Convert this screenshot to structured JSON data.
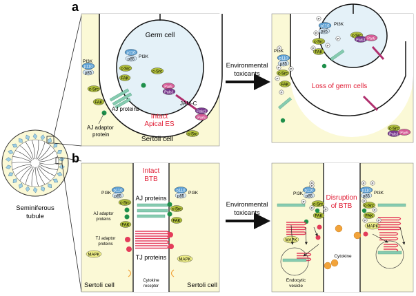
{
  "panels": {
    "a": "a",
    "b": "b"
  },
  "tubule": {
    "label_line1": "Seminiferous",
    "label_line2": "tubule"
  },
  "arrows": {
    "line1": "Environmental",
    "line2": "toxicants"
  },
  "panel_a_left": {
    "germ_cell": "Germ cell",
    "sertoli_cell": "Sertoli cell",
    "status_line1": "Intact",
    "status_line2": "Apical ES",
    "aj_proteins": "AJ proteins",
    "aj_adaptor_line1": "AJ adaptor",
    "aj_adaptor_line2": "protein",
    "jam_c": "JAM-C",
    "pi3k": "PI3K",
    "p110": "p110",
    "p85": "p85",
    "csrc": "c-Src",
    "fak": "FAK",
    "par6": "Par6",
    "pals1": "Pals1"
  },
  "panel_a_right": {
    "status": "Loss of germ cells",
    "pi3k": "PI3K",
    "p110": "p110",
    "p85": "p85",
    "csrc": "c-Src",
    "fak": "FAK",
    "par6": "Par6",
    "pals1": "Pals1",
    "p": "P"
  },
  "panel_b_left": {
    "status_line1": "Intact",
    "status_line2": "BTB",
    "aj_proteins": "AJ proteins",
    "aj_adaptor_line1": "AJ adaptor",
    "aj_adaptor_line2": "proteins",
    "tj_adaptor_line1": "TJ adaptor",
    "tj_adaptor_line2": "proteins",
    "tj_proteins": "TJ proteins",
    "sertoli_left": "Sertoli cell",
    "sertoli_right": "Sertoli cell",
    "cytokine_receptor_line1": "Cytokine",
    "cytokine_receptor_line2": "receptor",
    "pi3k": "PI3K",
    "p110": "p110",
    "p85": "p85",
    "csrc": "c-Src",
    "fak": "FAK",
    "mapk": "MAPK"
  },
  "panel_b_right": {
    "status_line1": "Disruption",
    "status_line2": "of BTB",
    "cytokine": "Cytokine",
    "endocytic_line1": "Endocytic",
    "endocytic_line2": "vesicle",
    "pi3k": "PI3K",
    "p110": "p110",
    "p85": "p85",
    "csrc": "c-Src",
    "fak": "FAK",
    "mapk": "MAPK",
    "p": "P"
  },
  "colors": {
    "cell_fill": "#fbf9d6",
    "germ_fill": "#e4f1f8",
    "p110_fill": "#5b9fd3",
    "csrc_fill": "#aebd3a",
    "par6_fill": "#d55b96",
    "pals1_fill": "#7a3a8f",
    "aj_green": "#86cbb0",
    "dot_green": "#1e8f4a",
    "tj_red": "#e43c5a",
    "status_red": "#e01c34",
    "mapk_fill": "#ecec86",
    "cytokine_orange": "#f2a33a"
  }
}
